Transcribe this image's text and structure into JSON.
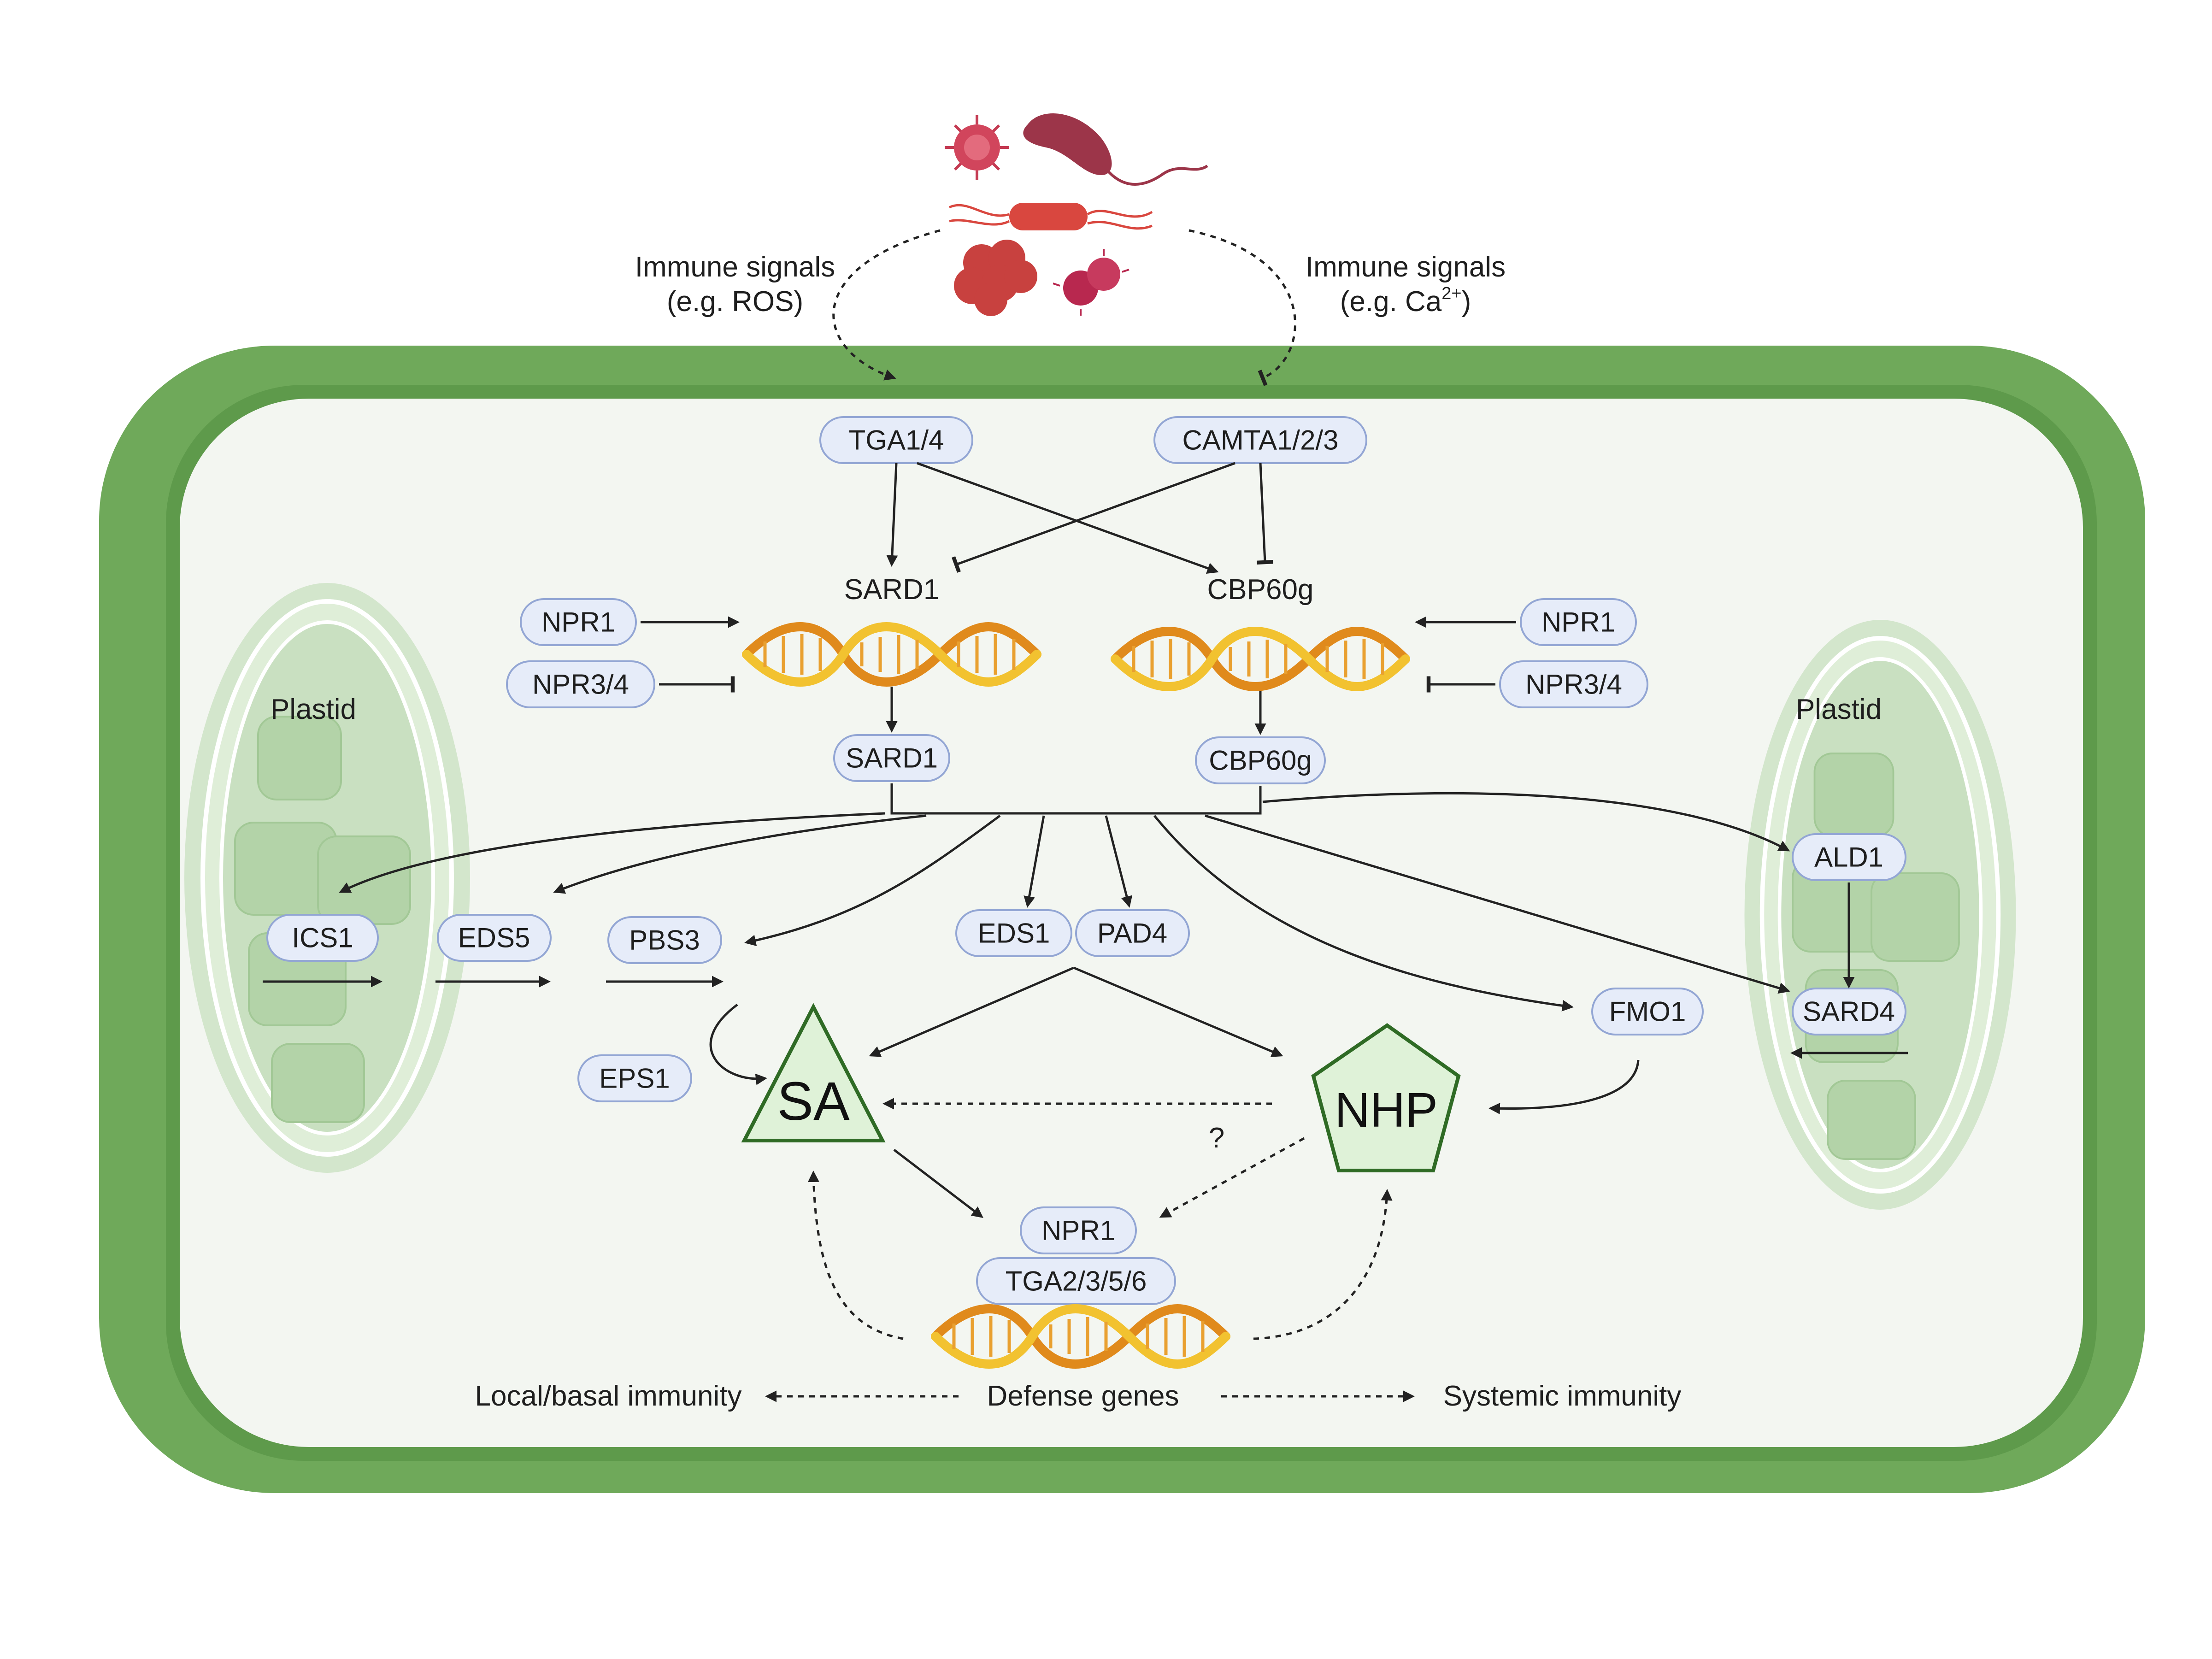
{
  "pathogens": {
    "left_signal_line1": "Immune signals",
    "left_signal_line2": "(e.g. ROS)",
    "right_signal_line1": "Immune signals",
    "right_signal_line2_prefix": "(e.g. Ca",
    "right_signal_line2_sup": "2+",
    "right_signal_line2_suffix": ")"
  },
  "regulators": {
    "tga14": "TGA1/4",
    "camta": "CAMTA1/2/3",
    "sard1_gene": "SARD1",
    "cbp60g_gene": "CBP60g",
    "npr1_left": "NPR1",
    "npr34_left": "NPR3/4",
    "npr1_right": "NPR1",
    "npr34_right": "NPR3/4",
    "sard1_protein": "SARD1",
    "cbp60g_protein": "CBP60g"
  },
  "plastids": {
    "left_label": "Plastid",
    "right_label": "Plastid"
  },
  "enzymes": {
    "ics1": "ICS1",
    "eds5": "EDS5",
    "pbs3": "PBS3",
    "eps1": "EPS1",
    "eds1": "EDS1",
    "pad4": "PAD4",
    "fmo1": "FMO1",
    "ald1": "ALD1",
    "sard4": "SARD4"
  },
  "metabolites": {
    "sa": "SA",
    "nhp": "NHP",
    "question": "?"
  },
  "defense": {
    "npr1": "NPR1",
    "tga": "TGA2/3/5/6",
    "genes": "Defense genes",
    "local": "Local/basal immunity",
    "systemic": "Systemic immunity"
  },
  "colors": {
    "cell_wall": "#6fa95a",
    "cell_wall_dark": "#5e9a4b",
    "cytoplasm": "#f3f6f1",
    "pill_fill": "#e6ecf9",
    "pill_stroke": "#93a6d4",
    "metabolite_fill": "#dff2d8",
    "metabolite_stroke": "#2f6b25",
    "dna_orange": "#e08a1c",
    "dna_yellow": "#f2c230"
  }
}
